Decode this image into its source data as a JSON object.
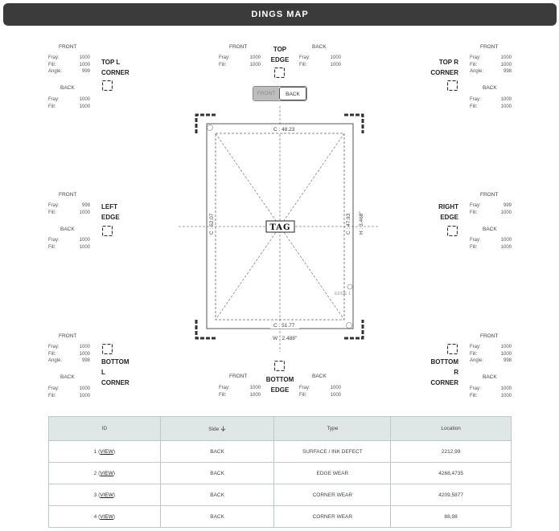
{
  "header": {
    "title": "DINGS MAP"
  },
  "labels": {
    "front": "FRONT",
    "back": "BACK",
    "fray": "Fray:",
    "fill": "Fill:",
    "angle": "Angle:"
  },
  "titles": {
    "top_l": [
      "TOP L",
      "CORNER"
    ],
    "top_edge": [
      "TOP",
      "EDGE"
    ],
    "top_r": [
      "TOP R",
      "CORNER"
    ],
    "left_edge": [
      "LEFT",
      "EDGE"
    ],
    "right_edge": [
      "RIGHT",
      "EDGE"
    ],
    "bottom_l": [
      "BOTTOM",
      "L",
      "CORNER"
    ],
    "bottom_edge": [
      "BOTTOM",
      "EDGE"
    ],
    "bottom_r": [
      "BOTTOM",
      "R",
      "CORNER"
    ]
  },
  "stats": {
    "top_l_front": {
      "fray": "1000",
      "fill": "1000",
      "angle": "999"
    },
    "top_l_back": {
      "fray": "1000",
      "fill": "1000"
    },
    "top_edge_front": {
      "fray": "1000",
      "fill": "1000"
    },
    "top_edge_back": {
      "fray": "1000",
      "fill": "1000"
    },
    "top_r_front": {
      "fray": "1000",
      "fill": "1000",
      "angle": "998"
    },
    "top_r_back": {
      "fray": "1000",
      "fill": "1000"
    },
    "left_front": {
      "fray": "999",
      "fill": "1000"
    },
    "left_back": {
      "fray": "1000",
      "fill": "1000"
    },
    "right_front": {
      "fray": "999",
      "fill": "1000"
    },
    "right_back": {
      "fray": "1000",
      "fill": "1000"
    },
    "bottom_l_front": {
      "fray": "1000",
      "fill": "1000",
      "angle": "998"
    },
    "bottom_l_back": {
      "fray": "1000",
      "fill": "1000"
    },
    "bottom_edge_front": {
      "fray": "1000",
      "fill": "1000"
    },
    "bottom_edge_back": {
      "fray": "1000",
      "fill": "1000"
    },
    "bottom_r_front": {
      "fray": "1000",
      "fill": "1000",
      "angle": "998"
    },
    "bottom_r_back": {
      "fray": "1000",
      "fill": "1000"
    }
  },
  "toggle": {
    "front": "FRONT",
    "back": "BACK",
    "selected": "BACK"
  },
  "card": {
    "top_measure": "C : 48.23",
    "bottom_measure": "C : 51.77",
    "left_measure": "C : 52.07",
    "right_measure": "C : 47.93",
    "height": "H : 3.468\"",
    "width": "W : 2.488\"",
    "logo": "TAG",
    "ding_label": "EDGE 1"
  },
  "table": {
    "headers": {
      "id": "ID",
      "side": "Side",
      "type": "Type",
      "location": "Location"
    },
    "sort_icon": "arrow-down-icon",
    "rows": [
      {
        "id": "1",
        "view": "VIEW",
        "side": "BACK",
        "type": "SURFACE / INK DEFECT",
        "location": "2212,99"
      },
      {
        "id": "2",
        "view": "VIEW",
        "side": "BACK",
        "type": "EDGE WEAR",
        "location": "4268,4735"
      },
      {
        "id": "3",
        "view": "VIEW",
        "side": "BACK",
        "type": "CORNER WEAR",
        "location": "4209,5877"
      },
      {
        "id": "4",
        "view": "VIEW",
        "side": "BACK",
        "type": "CORNER WEAR",
        "location": "88,98"
      }
    ]
  }
}
